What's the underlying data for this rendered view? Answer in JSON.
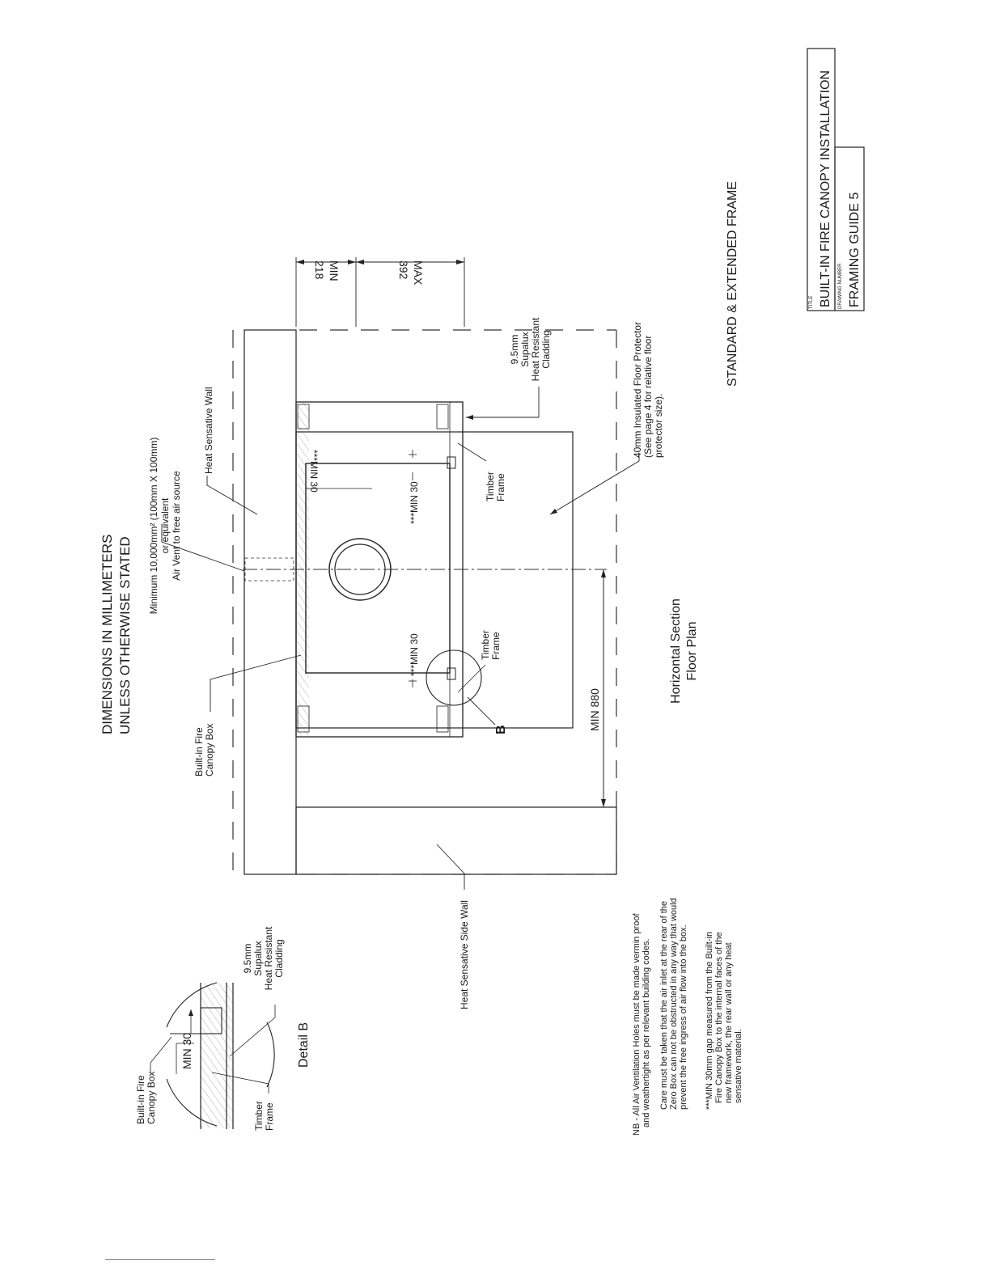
{
  "header": {
    "line1": "DIMENSIONS IN MILLIMETERS",
    "line2": "UNLESS OTHERWISE STATED"
  },
  "labels": {
    "air_vent": [
      "Minimum 10,000mm² (100mm X 100mm)",
      "or equivalent",
      "Air Vent to free air source"
    ],
    "heat_sensitive_wall": "Heat Sensative Wall",
    "heat_sensitive_side_wall": "Heat Sensative Side Wall",
    "canopy_box": [
      "Built-in Fire",
      "Canopy Box"
    ],
    "timber_frame": [
      "Timber",
      "Frame"
    ],
    "supalux": [
      "9.5mm",
      "Supalux",
      "Heat Resistant",
      "Cladding"
    ],
    "floor_protector": [
      "40mm Insulated Floor Protector",
      "(See page 4 for relative floor",
      "protector size)."
    ],
    "section_title": [
      "Horizontal Section",
      "Floor Plan"
    ],
    "detail_marker": "B",
    "detail_title": "Detail B",
    "frame_type": "STANDARD & EXTENDED FRAME"
  },
  "dimensions": {
    "min30_star": "***MIN 30",
    "min30": "MIN 30",
    "min880": "MIN  880",
    "d218": "218",
    "min": "MIN",
    "d392": "392",
    "max": "MAX"
  },
  "notes": {
    "note1": [
      "NB - All Air Ventilation Holes must be made vermin proof",
      "and weathertight as per relevant building codes."
    ],
    "note2": [
      "Care must be taken that the air inlet at the rear of the",
      "Zero Box can not be obstructed in any way that would",
      "prevent the free ingress of air flow into the box."
    ],
    "note3": [
      "***MIN 30mm gap measured from the Built-in",
      "Fire Canopy Box to the internal faces of the",
      "new framework, the rear wall or any heat",
      "sensative material."
    ]
  },
  "title_block": {
    "title_caption": "TITLE",
    "title": "BUILT-IN FIRE CANOPY INSTALLATION",
    "drawing_number_caption": "DRAWING NUMBER",
    "drawing_number": "FRAMING GUIDE 5"
  },
  "colors": {
    "ink": "#1a1a1a",
    "link_line": "#5a7fd6"
  }
}
